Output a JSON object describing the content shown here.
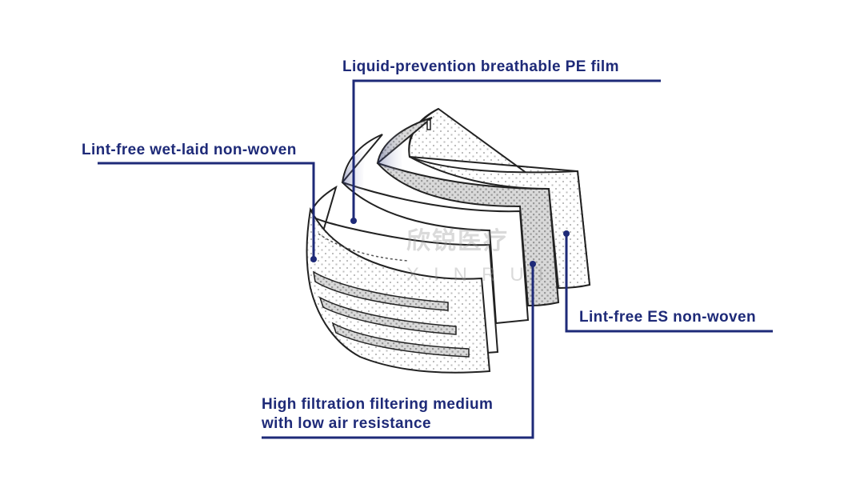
{
  "labels": {
    "pe_film": "Liquid-prevention breathable PE film",
    "wet_laid": "Lint-free wet-laid non-woven",
    "es_nonwoven": "Lint-free ES non-woven",
    "filter_line1": "High filtration filtering medium",
    "filter_line2": "with low air resistance"
  },
  "watermark": {
    "brand_cn": "欣锐医疗",
    "brand_en": "XINRUI"
  },
  "colors": {
    "leader": "#1e2a78",
    "outline": "#222222",
    "label_text": "#1e2a78"
  }
}
